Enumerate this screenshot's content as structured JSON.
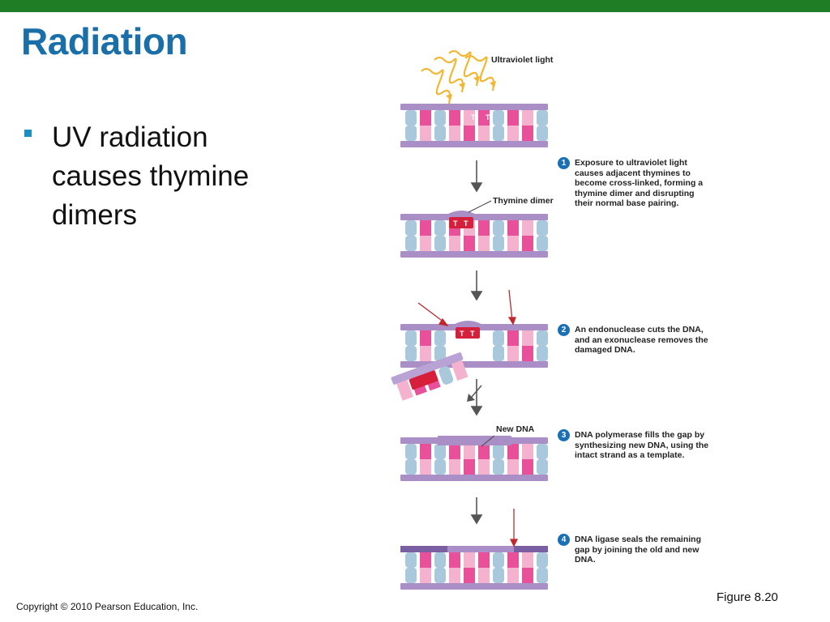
{
  "slide": {
    "title": "Radiation",
    "bullets": [
      "UV radiation causes thymine dimers"
    ],
    "figure_number": "Figure 8.20",
    "copyright": "Copyright © 2010 Pearson Education, Inc."
  },
  "figure": {
    "uv_label": "Ultraviolet light",
    "thymine_dimer_label": "Thymine dimer",
    "new_dna_label": "New DNA",
    "base_letter": "T",
    "steps": [
      {
        "number": "1",
        "text": "Exposure to ultraviolet light causes adjacent thymines to become cross-linked, forming a thymine dimer and disrupting their normal base pairing."
      },
      {
        "number": "2",
        "text": "An endonuclease cuts the DNA, and an exonuclease removes the damaged DNA."
      },
      {
        "number": "3",
        "text": "DNA polymerase fills the gap by synthesizing new DNA, using the intact strand as a template."
      },
      {
        "number": "4",
        "text": "DNA ligase seals the remaining gap by joining the old and new DNA."
      }
    ]
  },
  "colors": {
    "top_bar": "#1e7d25",
    "title": "#1a6fa8",
    "bullet": "#1a8fc0",
    "backbone": "#a98fc6",
    "pink": "#e8509a",
    "light_pink": "#f4b2cf",
    "blue_base": "#a9c8dc",
    "step_circle": "#1a6fb5",
    "uv_arrow": "#f2b630",
    "cut_arrow": "#c0282e"
  }
}
